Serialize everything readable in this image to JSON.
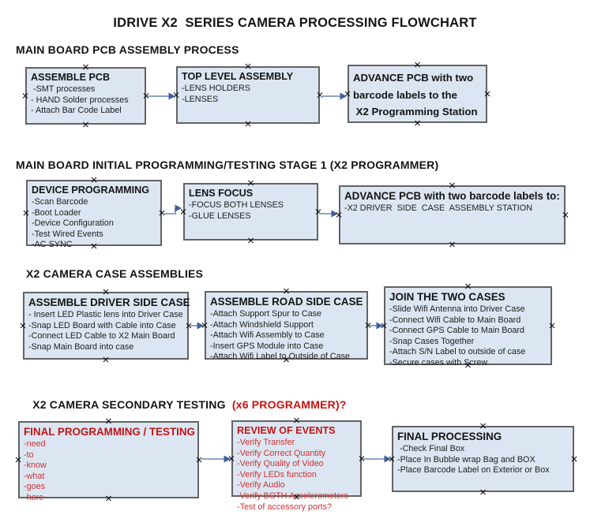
{
  "title": "IDRIVE X2  SERIES CAMERA PROCESSING FLOWCHART",
  "colors": {
    "box_fill": "#dce6f2",
    "box_border": "#636363",
    "arrow_line": "#8fa5c5",
    "arrow_head": "#3c5f9e",
    "red_heading": "#cc1111",
    "red_item": "#cc3333",
    "text": "#1d1d1d"
  },
  "sections": [
    {
      "heading": "MAIN BOARD PCB ASSEMBLY PROCESS",
      "boxes": [
        {
          "title": "ASSEMBLE PCB",
          "items": [
            " -SMT processes",
            "- HAND Solder processes",
            "- Attach Bar Code Label"
          ]
        },
        {
          "title": "TOP LEVEL ASSEMBLY",
          "items": [
            "-LENS HOLDERS",
            "-LENSES"
          ]
        },
        {
          "title_lines": [
            "ADVANCE PCB with two",
            "barcode labels to the",
            " X2 Programming Station"
          ]
        }
      ]
    },
    {
      "heading": "MAIN BOARD INITIAL PROGRAMMING/TESTING STAGE 1 (X2 PROGRAMMER)",
      "boxes": [
        {
          "title": "DEVICE PROGRAMMING",
          "items": [
            "-Scan Barcode",
            "-Boot Loader",
            "-Device Configuration",
            "-Test Wired Events",
            "-AC SYNC"
          ]
        },
        {
          "title": "LENS FOCUS",
          "items": [
            "-FOCUS BOTH LENSES",
            "-GLUE LENSES"
          ]
        },
        {
          "title": "ADVANCE PCB with two barcode labels to:",
          "items": [
            "-X2 DRIVER  SIDE  CASE  ASSEMBLY STATION"
          ]
        }
      ]
    },
    {
      "heading": "X2 CAMERA CASE ASSEMBLIES",
      "boxes": [
        {
          "title": "ASSEMBLE DRIVER SIDE CASE",
          "items": [
            "- Insert LED Plastic lens into Driver Case",
            "-Snap LED Board with Cable into Case",
            "-Connect LED Cable to X2 Main Board",
            "-Snap Main Board into case"
          ]
        },
        {
          "title": "ASSEMBLE ROAD SIDE CASE",
          "items": [
            "-Attach Support Spur to Case",
            "-Attach Windshield Support",
            "-Attach Wifi Assembly to Case",
            "-Insert GPS Module into Case",
            "-Attach Wifi Label to Outside of Case"
          ]
        },
        {
          "title": "JOIN THE TWO CASES",
          "items": [
            "-Slide Wifi Antenna into Driver Case",
            "-Connect Wifi Cable to Main Board",
            "-Connect GPS Cable to Main Board",
            "-Snap Cases Together",
            "-Attach S/N Label to outside of case",
            "-Secure cases with Screw"
          ]
        }
      ]
    },
    {
      "heading": "X2 CAMERA SECONDARY TESTING ",
      "heading_suffix": " (x6 PROGRAMMER)?",
      "boxes": [
        {
          "title": "FINAL PROGRAMMING / TESTING",
          "items": [
            "-need",
            "-to",
            "-know",
            "-what",
            "-goes",
            "-here"
          ]
        },
        {
          "title": "REVIEW OF EVENTS",
          "items": [
            "-Verify Transfer",
            "-Verify Correct Quantity",
            "-Verify Quality of Video",
            "-Verify LEDs function",
            "-Verify Audio",
            "-Verify BOTH Accelerometers",
            "-Test of accessory ports?"
          ]
        },
        {
          "title": "FINAL PROCESSING",
          "items": [
            " -Check Final Box",
            "-Place In Bubble wrap Bag and BOX",
            "-Place Barcode Label on Exterior or Box"
          ]
        }
      ]
    }
  ]
}
